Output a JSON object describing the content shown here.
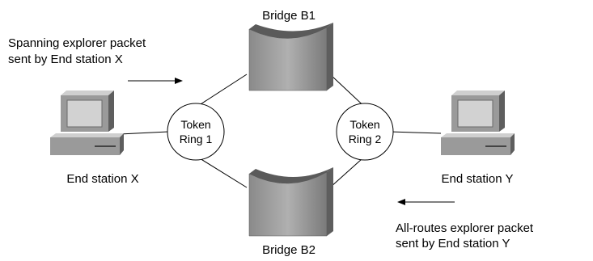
{
  "bridges": {
    "b1_label": "Bridge B1",
    "b2_label": "Bridge B2"
  },
  "rings": {
    "ring1": {
      "line1": "Token",
      "line2": "Ring 1"
    },
    "ring2": {
      "line1": "Token",
      "line2": "Ring 2"
    }
  },
  "stations": {
    "x_label": "End station X",
    "y_label": "End station Y"
  },
  "annotations": {
    "spanning_line1": "Spanning explorer packet",
    "spanning_line2": "sent by End station X",
    "allroutes_line1": "All-routes explorer packet",
    "allroutes_line2": "sent by End station Y"
  },
  "icons": {
    "bridge": "bridge-icon",
    "workstation": "workstation-icon",
    "arrow": "arrow-icon"
  }
}
